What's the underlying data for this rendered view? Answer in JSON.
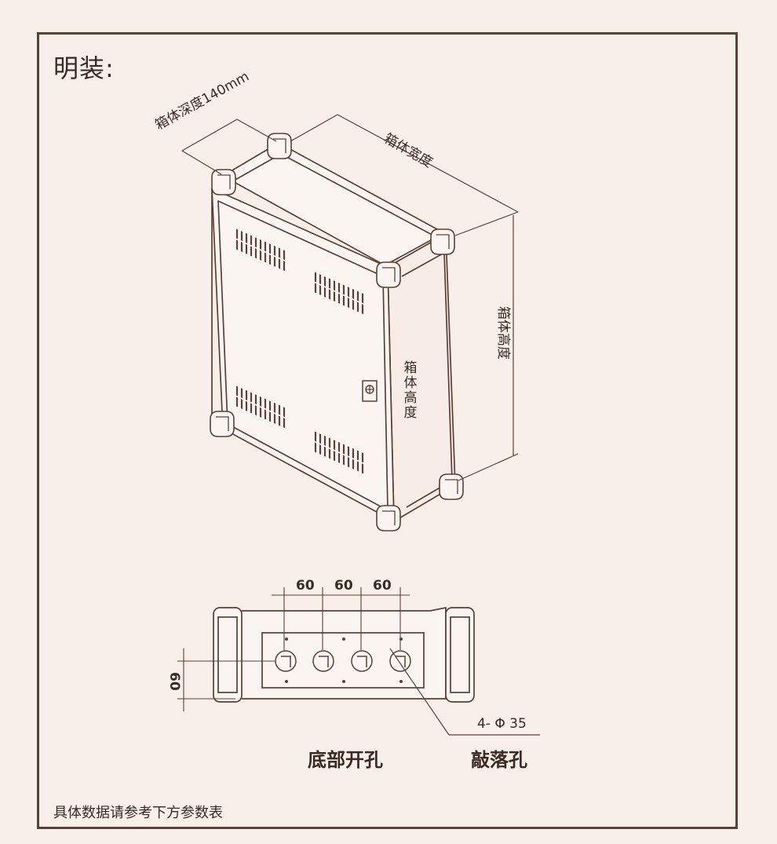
{
  "title": "明装:",
  "top_view": {
    "depth_label": "箱体深度140mm",
    "width_label": "箱体宽度",
    "height_label_right": "箱体高度",
    "height_label_front": [
      "箱",
      "体",
      "高",
      "度"
    ]
  },
  "bottom_view": {
    "spacing_labels": [
      "60",
      "60",
      "60"
    ],
    "vertical_label": "60",
    "hole_spec": "4- Φ 35",
    "caption_left": "底部开孔",
    "caption_right": "敲落孔"
  },
  "footnote": "具体数据请参考下方参数表",
  "colors": {
    "background": "#f8efe9",
    "line": "#5a4038",
    "text": "#3a2a24"
  }
}
